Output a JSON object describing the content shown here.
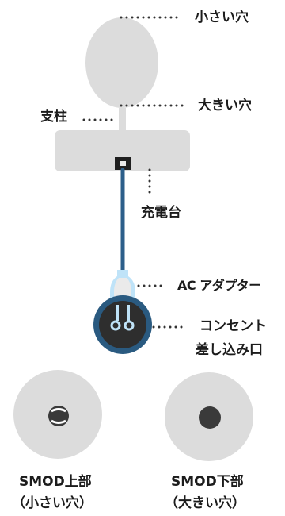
{
  "diagram": {
    "callouts": {
      "small_hole": "小さい穴",
      "large_hole": "大きい穴",
      "pillar": "支柱",
      "charging_base": "充電台",
      "ac_adapter": "AC アダプター",
      "outlet_line1": "コンセント",
      "outlet_line2": "差し込み口"
    },
    "smod_top": {
      "name": "SMOD上部",
      "note": "（小さい穴）"
    },
    "smod_bottom": {
      "name": "SMOD下部",
      "note": "（大きい穴）"
    },
    "colors": {
      "device_gray": "#dcdcdc",
      "cable_blue": "#2c5f8a",
      "plug_blue": "#bfe3f8",
      "outlet_ring": "#2a5a80",
      "outlet_face": "#2e2e2e",
      "leader_dots": "#333333"
    }
  }
}
